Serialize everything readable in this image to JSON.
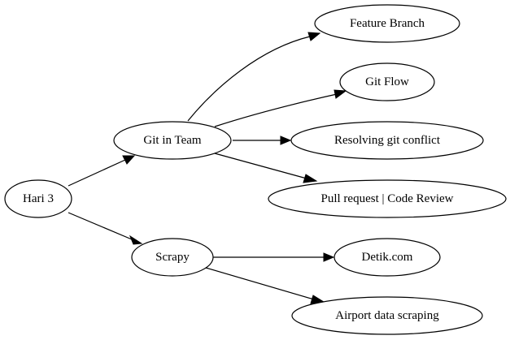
{
  "diagram": {
    "nodes": [
      {
        "id": "hari3",
        "label": "Hari 3"
      },
      {
        "id": "git_team",
        "label": "Git in Team"
      },
      {
        "id": "scrapy",
        "label": "Scrapy"
      },
      {
        "id": "feature_branch",
        "label": "Feature Branch"
      },
      {
        "id": "git_flow",
        "label": "Git Flow"
      },
      {
        "id": "resolving",
        "label": "Resolving git conflict"
      },
      {
        "id": "pull_request",
        "label": "Pull request | Code Review"
      },
      {
        "id": "detik",
        "label": "Detik.com"
      },
      {
        "id": "airport",
        "label": "Airport data scraping"
      }
    ],
    "edges": [
      {
        "from": "hari3",
        "to": "git_team"
      },
      {
        "from": "hari3",
        "to": "scrapy"
      },
      {
        "from": "git_team",
        "to": "feature_branch"
      },
      {
        "from": "git_team",
        "to": "git_flow"
      },
      {
        "from": "git_team",
        "to": "resolving"
      },
      {
        "from": "git_team",
        "to": "pull_request"
      },
      {
        "from": "scrapy",
        "to": "detik"
      },
      {
        "from": "scrapy",
        "to": "airport"
      }
    ]
  }
}
